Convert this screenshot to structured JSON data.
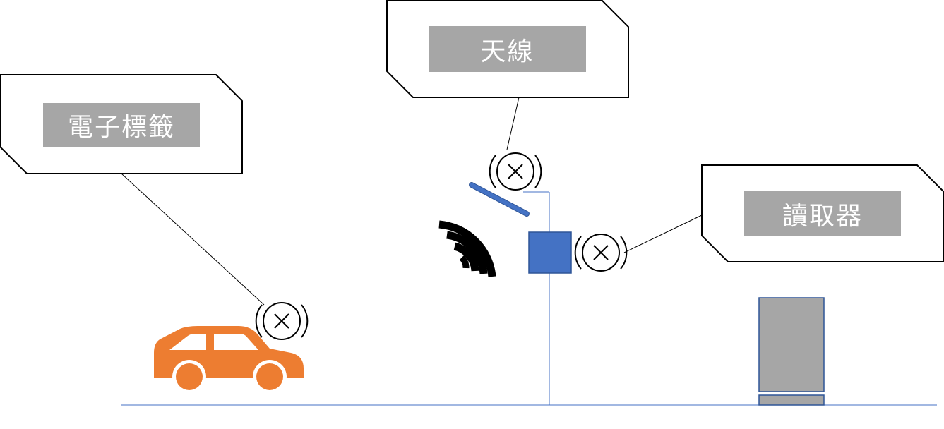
{
  "callouts": {
    "tag": {
      "label": "電子標籤"
    },
    "antenna": {
      "label": "天線"
    },
    "reader": {
      "label": "讀取器"
    }
  },
  "colors": {
    "car": "#ED7D31",
    "reader_box": "#4472C4",
    "cabinet": "#A6A6A6",
    "cabinet_border": "#2F5597",
    "label_bg": "#A6A6A6",
    "line": "#4472C4"
  },
  "icons": {
    "car": "car-icon",
    "signal": "wireless-signal-icon",
    "marker": "x-circle-marker-icon"
  }
}
